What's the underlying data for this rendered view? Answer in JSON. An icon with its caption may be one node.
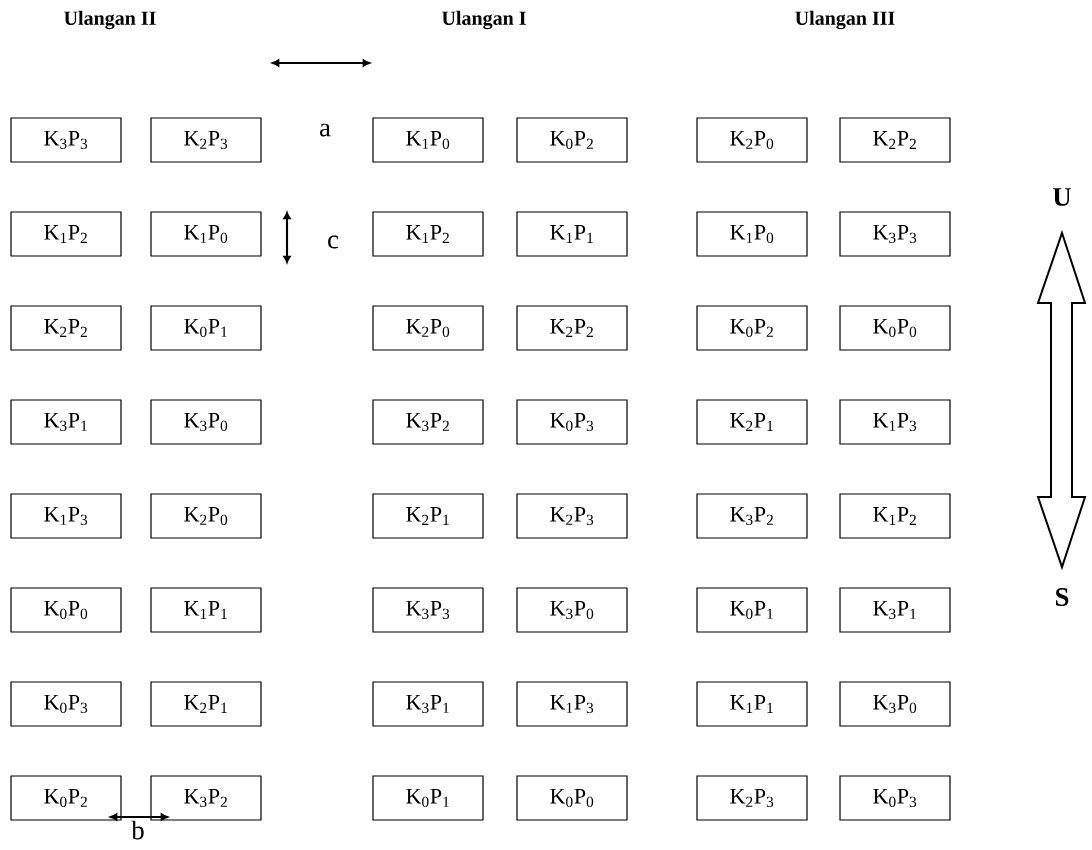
{
  "diagram": {
    "nodes": [
      {
        "text": [
          "K$_{3}$P$_{3}$"
        ]
      },
      {
        "text": [
          "K$_{2}$P$_{3}$"
        ]
      },
      {
        "text": [
          "K$_{1}$P$_{0}$"
        ]
      },
      {
        "text": [
          "K$_{0}$P$_{2}$"
        ]
      },
      {
        "text": [
          "K$_{2}$P$_{0}$"
        ]
      },
      {
        "text": [
          "K$_{2}$P$_{2}$"
        ]
      },
      {
        "text": [
          "K$_{1}$P$_{2}$"
        ]
      },
      {
        "text": [
          "K$_{1}$P$_{0}$"
        ]
      },
      {
        "text": [
          "K$_{1}$P$_{2}$"
        ]
      },
      {
        "text": [
          "K$_{1}$P$_{1}$"
        ]
      },
      {
        "text": [
          "K$_{1}$P$_{0}$"
        ]
      },
      {
        "text": [
          "K$_{3}$P$_{3}$"
        ]
      },
      {
        "text": [
          "K$_{2}$P$_{2}$"
        ]
      },
      {
        "text": [
          "K$_{0}$P$_{1}$"
        ]
      },
      {
        "text": [
          "K$_{2}$P$_{0}$"
        ]
      },
      {
        "text": [
          "K$_{2}$P$_{2}$"
        ]
      },
      {
        "text": [
          "K$_{0}$P$_{2}$"
        ]
      },
      {
        "text": [
          "K$_{0}$P$_{0}$"
        ]
      },
      {
        "text": [
          "K$_{3}$P$_{1}$"
        ]
      },
      {
        "text": [
          "K$_{3}$P$_{0}$"
        ]
      },
      {
        "text": [
          "K$_{3}$P$_{2}$"
        ]
      },
      {
        "text": [
          "K$_{0}$P$_{3}$"
        ]
      },
      {
        "text": [
          "K$_{2}$P$_{1}$"
        ]
      },
      {
        "text": [
          "K$_{1}$P$_{3}$"
        ]
      },
      {
        "text": [
          "K$_{1}$P$_{3}$"
        ]
      },
      {
        "text": [
          "K$_{2}$P$_{0}$"
        ]
      },
      {
        "text": [
          "K$_{2}$P$_{1}$"
        ]
      },
      {
        "text": [
          "K$_{2}$P$_{3}$"
        ]
      },
      {
        "text": [
          "K$_{3}$P$_{2}$"
        ]
      },
      {
        "text": [
          "K$_{1}$P$_{2}$"
        ]
      },
      {
        "text": [
          "K$_{0}$P$_{0}$"
        ]
      },
      {
        "text": [
          "K$_{1}$P$_{1}$"
        ]
      },
      {
        "text": [
          "K$_{3}$P$_{3}$"
        ]
      },
      {
        "text": [
          "K$_{3}$P$_{0}$"
        ]
      },
      {
        "text": [
          "K$_{0}$P$_{1}$"
        ]
      },
      {
        "text": [
          "K$_{3}$P$_{1}$"
        ]
      },
      {
        "text": [
          "K$_{0}$P$_{3}$"
        ]
      },
      {
        "text": [
          "K$_{2}$P$_{1}$"
        ]
      },
      {
        "text": [
          "K$_{3}$P$_{1}$"
        ]
      },
      {
        "text": [
          "K$_{1}$P$_{3}$"
        ]
      },
      {
        "text": [
          "K$_{1}$P$_{1}$"
        ]
      },
      {
        "text": [
          "K$_{3}$P$_{0}$"
        ]
      },
      {
        "text": [
          "K$_{0}$P$_{2}$"
        ]
      },
      {
        "text": [
          "K$_{3}$P$_{2}$"
        ]
      },
      {
        "text": [
          "K$_{0}$P$_{1}$"
        ]
      },
      {
        "text": [
          "K$_{0}$P$_{0}$"
        ]
      },
      {
        "text": [
          "K$_{2}$P$_{3}$"
        ]
      },
      {
        "text": [
          "K$_{0}$P$_{3}$"
        ]
      }
    ],
    "labels": [
      "Ulangan II",
      "Ulangan I",
      "Ulangan III",
      "a",
      "U",
      "c",
      "S",
      "b"
    ]
  }
}
